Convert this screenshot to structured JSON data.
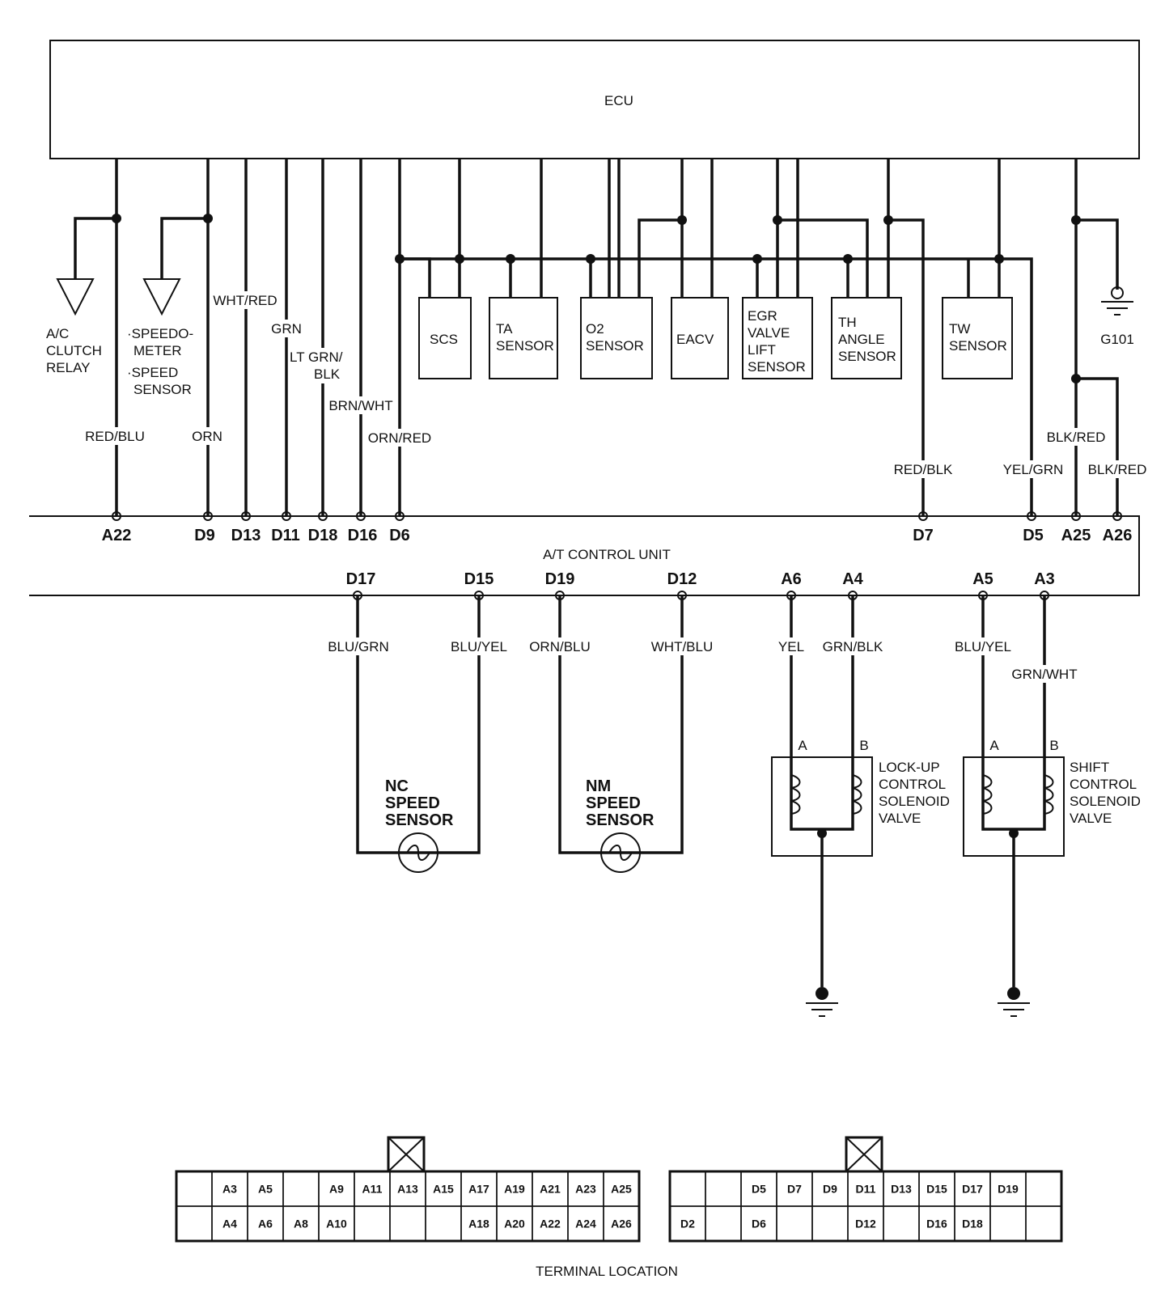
{
  "ecu": {
    "label": "ECU"
  },
  "at_unit": {
    "label": "A/T CONTROL UNIT"
  },
  "top_pins": [
    "A22",
    "D9",
    "D13",
    "D11",
    "D18",
    "D16",
    "D6",
    "D7",
    "D5",
    "A25",
    "A26"
  ],
  "bottom_pins": [
    "D17",
    "D15",
    "D19",
    "D12",
    "A6",
    "A4",
    "A5",
    "A3"
  ],
  "wires": {
    "a22": "RED/BLU",
    "d9": "ORN",
    "d13": "WHT/RED",
    "d11": "GRN",
    "d18_a": "LT GRN/",
    "d18_b": "BLK",
    "d16": "BRN/WHT",
    "d6": "ORN/RED",
    "d7": "RED/BLK",
    "d5": "YEL/GRN",
    "a25": "BLK/RED",
    "a26": "BLK/RED",
    "d17": "BLU/GRN",
    "d15": "BLU/YEL",
    "d19": "ORN/BLU",
    "d12": "WHT/BLU",
    "a6": "YEL",
    "a4": "GRN/BLK",
    "a5": "BLU/YEL",
    "a3": "GRN/WHT"
  },
  "components": {
    "ac_clutch": [
      "A/C",
      "CLUTCH",
      "RELAY"
    ],
    "speedometer": [
      "·SPEEDO-",
      "METER",
      "·SPEED",
      "SENSOR"
    ],
    "scs": [
      "SCS"
    ],
    "ta_sensor": [
      "TA",
      "SENSOR"
    ],
    "o2_sensor": [
      "O2",
      "SENSOR"
    ],
    "eacv": [
      "EACV"
    ],
    "egr": [
      "EGR",
      "VALVE",
      "LIFT",
      "SENSOR"
    ],
    "th_angle": [
      "TH",
      "ANGLE",
      "SENSOR"
    ],
    "tw_sensor": [
      "TW",
      "SENSOR"
    ],
    "ground": "G101",
    "nc_speed": [
      "NC",
      "SPEED",
      "SENSOR"
    ],
    "nm_speed": [
      "NM",
      "SPEED",
      "SENSOR"
    ],
    "lockup": [
      "LOCK-UP",
      "CONTROL",
      "SOLENOID",
      "VALVE"
    ],
    "shift": [
      "SHIFT",
      "CONTROL",
      "SOLENOID",
      "VALVE"
    ],
    "coil_a": "A",
    "coil_b": "B"
  },
  "terminal_location": {
    "title": "TERMINAL LOCATION",
    "a_connector": {
      "row1": [
        "",
        "A3",
        "A5",
        "",
        "A9",
        "A11",
        "A13",
        "A15",
        "A17",
        "A19",
        "A21",
        "A23",
        "A25"
      ],
      "row2": [
        "",
        "A4",
        "A6",
        "A8",
        "A10",
        "",
        "",
        "",
        "A18",
        "A20",
        "A22",
        "A24",
        "A26"
      ]
    },
    "d_connector": {
      "row1": [
        "",
        "",
        "D5",
        "D7",
        "D9",
        "D11",
        "D13",
        "D15",
        "D17",
        "D19",
        ""
      ],
      "row2": [
        "D2",
        "",
        "D6",
        "",
        "",
        "D12",
        "",
        "D16",
        "D18",
        "",
        ""
      ]
    }
  }
}
